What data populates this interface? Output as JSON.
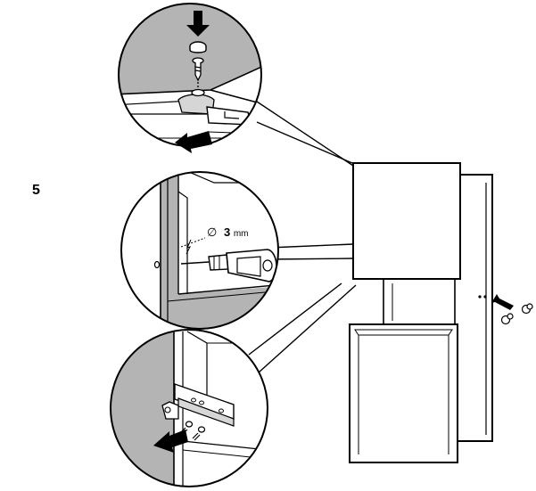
{
  "step": {
    "number": "5"
  },
  "drill": {
    "symbol": "∅",
    "size": "3",
    "unit": "mm"
  },
  "colors": {
    "line": "#000000",
    "shade": "#b4b4b4",
    "light_shade": "#d6d6d6",
    "background": "#ffffff"
  },
  "icons": [
    "push-arrow-icon",
    "drill-icon",
    "screw-icon",
    "cover-cap-icon"
  ]
}
